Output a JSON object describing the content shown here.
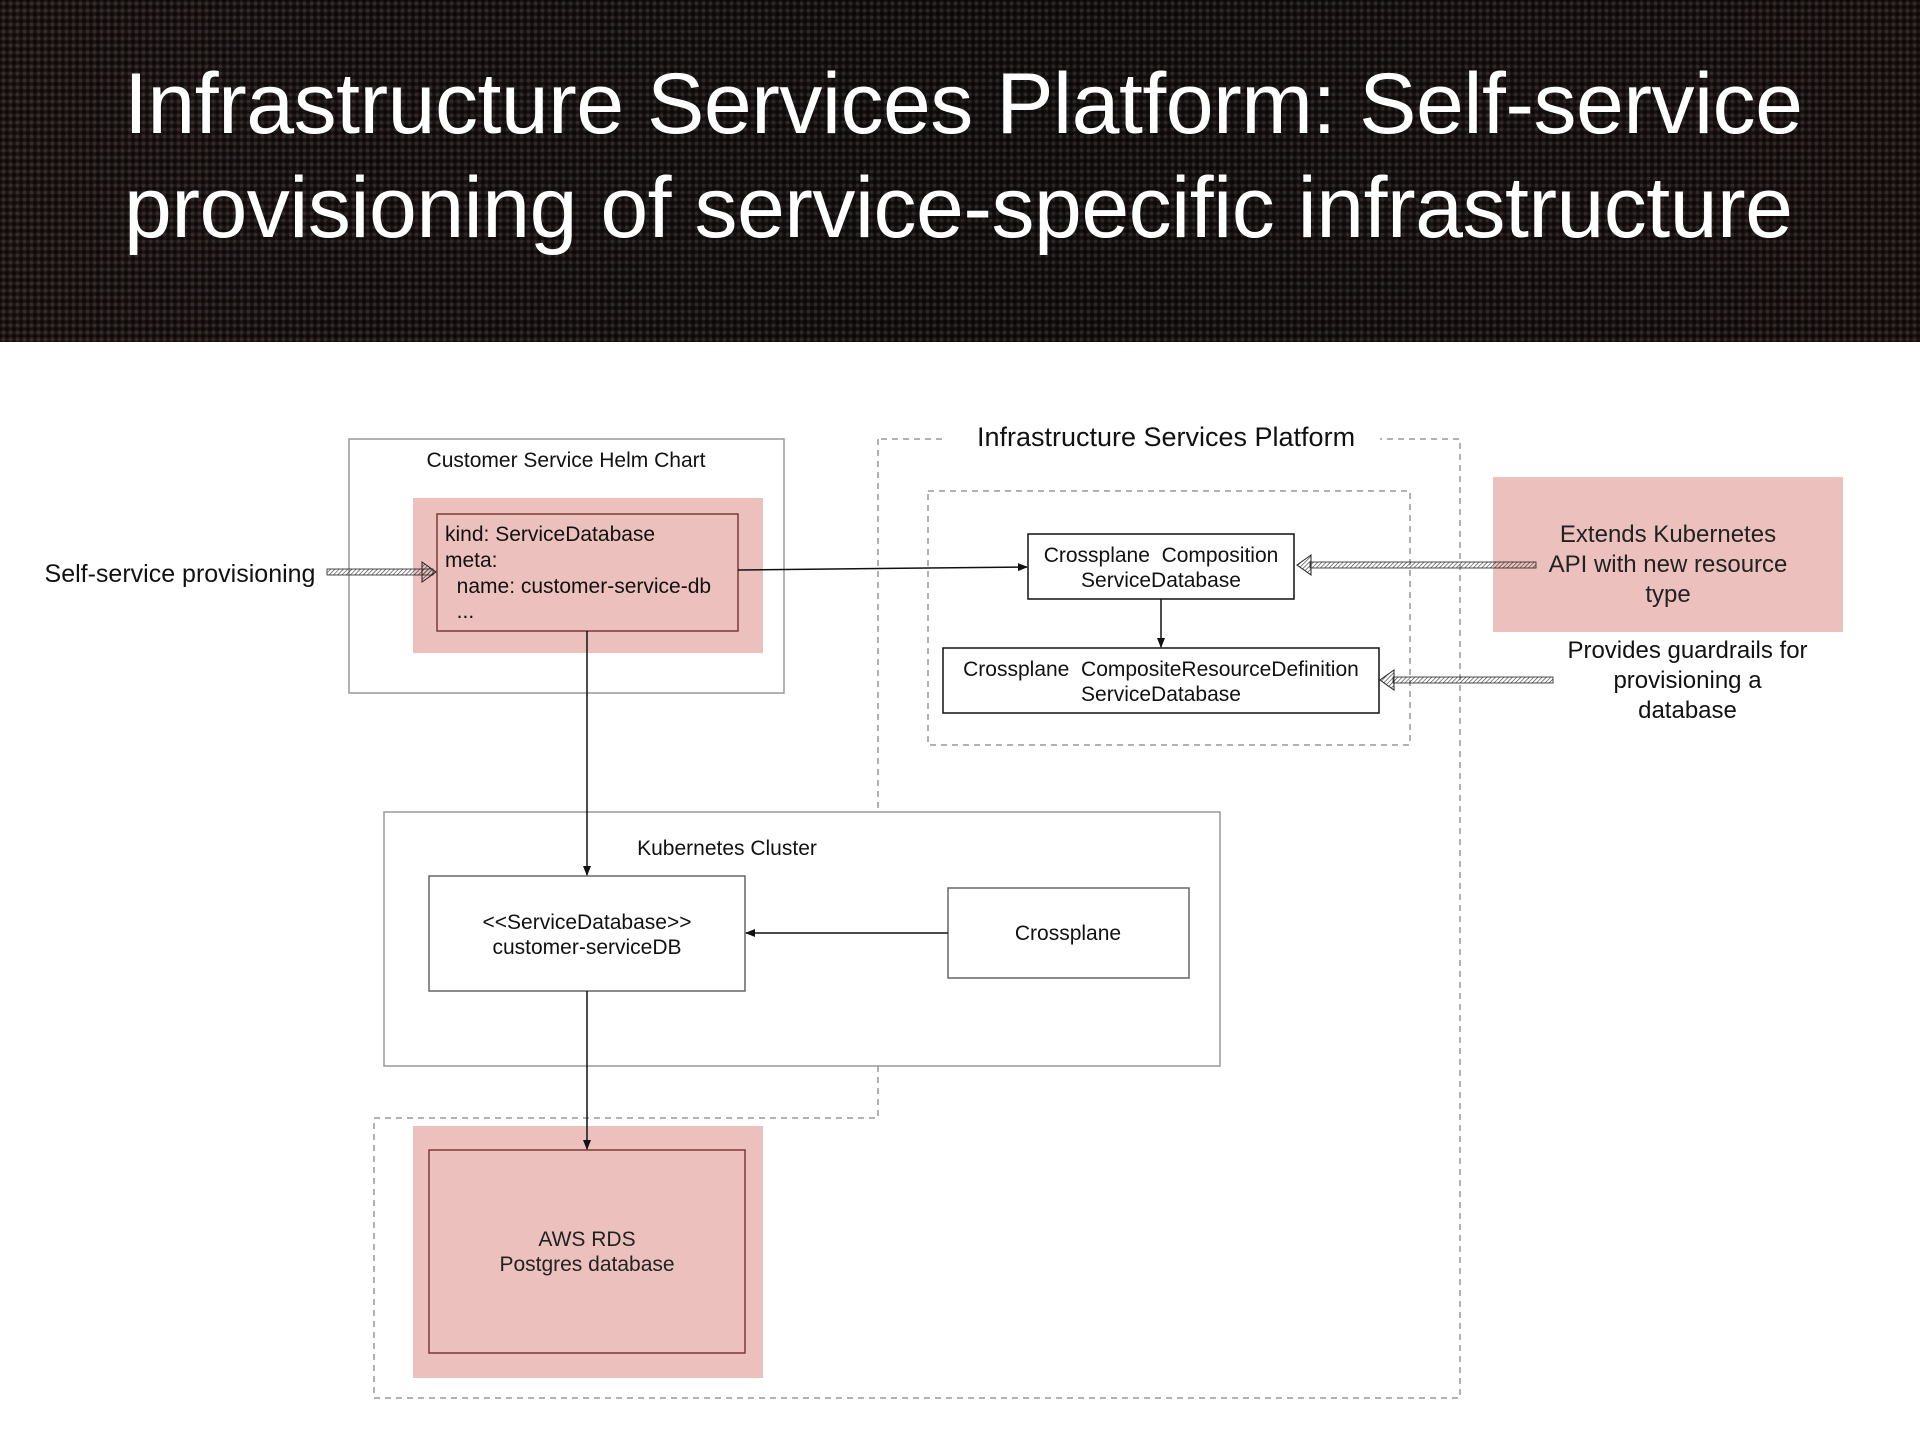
{
  "title": "Infrastructure Services Platform: Self-service provisioning of service-specific infrastructure",
  "colors": {
    "highlight": "#ecc0bd",
    "header_bg": "#161010"
  },
  "diagram": {
    "helm_chart": {
      "label": "Customer Service Helm Chart",
      "yaml": [
        "kind: ServiceDatabase",
        "meta:",
        "  name: customer-service-db",
        "  ..."
      ]
    },
    "platform": {
      "label": "Infrastructure Services Platform"
    },
    "composition": {
      "line1": "Crossplane  Composition",
      "line2": "ServiceDatabase"
    },
    "xrd": {
      "line1": "Crossplane  CompositeResourceDefinition",
      "line2": "ServiceDatabase"
    },
    "note_extends": "Extends Kubernetes\nAPI with new resource\ntype",
    "note_guardrails": "Provides guardrails for\nprovisioning a\ndatabase",
    "self_service": "Self-service provisioning",
    "k8s_cluster": {
      "label": "Kubernetes Cluster",
      "servicedb_line1": "<<ServiceDatabase>>",
      "servicedb_line2": "customer-serviceDB",
      "crossplane": "Crossplane"
    },
    "rds": {
      "line1": "AWS RDS",
      "line2": "Postgres database"
    }
  }
}
